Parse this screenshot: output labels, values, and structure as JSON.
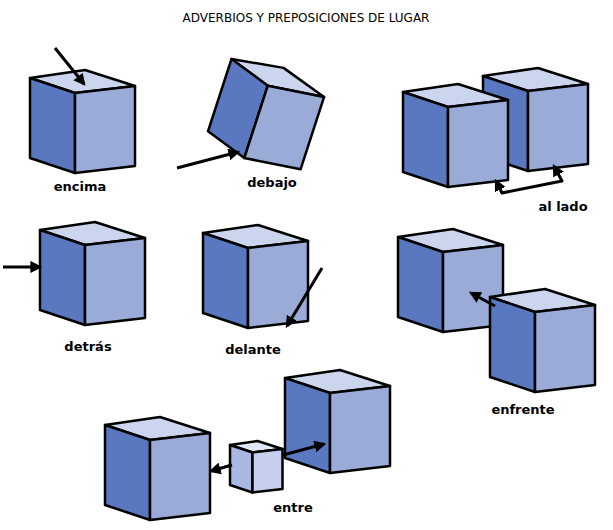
{
  "diagram": {
    "title": "ADVERBIOS Y PREPOSICIONES DE LUGAR",
    "labels": [
      "encima",
      "debajo",
      "al lado",
      "detrás",
      "delante",
      "enfrente",
      "entre"
    ]
  }
}
